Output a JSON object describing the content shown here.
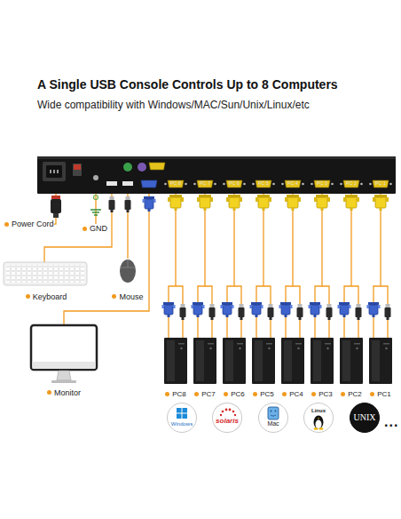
{
  "diagram": {
    "title": "A Single USB Console Controls Up to 8 Computers",
    "nodes": [
      {
        "text": [
          "PC 8",
          "PC 7",
          "PC 6",
          "PC 5",
          "PC 4",
          "PC 3",
          "PC 2",
          "PC 1"
        ]
      },
      {
        "text": [
          "Power Cord"
        ]
      },
      {
        "text": [
          "GND"
        ]
      },
      {
        "text": [
          "Keyboard"
        ]
      },
      {
        "text": [
          "Mouse"
        ]
      },
      {
        "text": [
          "Monitor"
        ]
      },
      {
        "text": [
          "PC8"
        ]
      },
      {
        "text": [
          "PC7"
        ]
      },
      {
        "text": [
          "PC6"
        ]
      },
      {
        "text": [
          "PC5"
        ]
      },
      {
        "text": [
          "PC4"
        ]
      },
      {
        "text": [
          "PC3"
        ]
      },
      {
        "text": [
          "PC2"
        ]
      },
      {
        "text": [
          "PC1"
        ]
      },
      {
        "text": [
          "Windows"
        ]
      },
      {
        "text": [
          "solaris"
        ]
      },
      {
        "text": [
          "Mac"
        ]
      },
      {
        "text": [
          "Linux"
        ]
      },
      {
        "text": [
          "UNIX"
        ]
      }
    ],
    "edges": [
      {
        "from": 1,
        "to": 0,
        "arrow": "none"
      },
      {
        "from": 2,
        "to": 0,
        "arrow": "none"
      },
      {
        "from": 3,
        "to": 0,
        "arrow": "none"
      },
      {
        "from": 4,
        "to": 0,
        "arrow": "none"
      },
      {
        "from": 5,
        "to": 0,
        "arrow": "none"
      },
      {
        "from": 6,
        "to": 0,
        "arrow": "none"
      },
      {
        "from": 7,
        "to": 0,
        "arrow": "none"
      },
      {
        "from": 8,
        "to": 0,
        "arrow": "none"
      },
      {
        "from": 9,
        "to": 0,
        "arrow": "none"
      },
      {
        "from": 10,
        "to": 0,
        "arrow": "none"
      },
      {
        "from": 11,
        "to": 0,
        "arrow": "none"
      },
      {
        "from": 12,
        "to": 0,
        "arrow": "none"
      },
      {
        "from": 13,
        "to": 0,
        "arrow": "none"
      }
    ],
    "labels": [
      "Wide compatibility with Windows/MAC/Sun/Unix/Linux/etc",
      "..."
    ]
  }
}
